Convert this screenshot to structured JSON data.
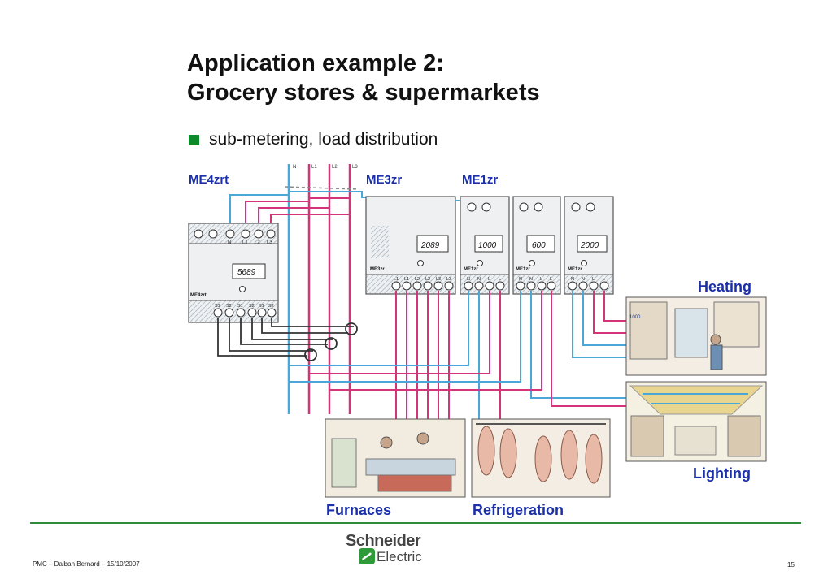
{
  "slide": {
    "title_line1": "Application example 2:",
    "title_line2": "Grocery stores & supermarkets",
    "bullet": "sub-metering, load distribution"
  },
  "meters": {
    "me4zrt": {
      "label": "ME4zrt",
      "display": "5689",
      "plate": "ME4zrt"
    },
    "me3zr": {
      "label": "ME3zr",
      "display": "2089",
      "plate": "ME3zr"
    },
    "me1zr_a": {
      "label": "ME1zr",
      "display": "1000",
      "plate": "ME1zr"
    },
    "me1zr_b": {
      "display": "600",
      "plate": "ME1zr"
    },
    "me1zr_c": {
      "display": "2000",
      "plate": "ME1zr"
    }
  },
  "bus_labels": [
    "N",
    "L1",
    "L2",
    "L3"
  ],
  "terminals": {
    "me4zrt_top": [
      "N",
      "L1",
      "L2",
      "L3"
    ],
    "me4zrt_bottom": [
      "S1",
      "S2",
      "S1",
      "S2",
      "S1",
      "S2"
    ],
    "me4zrt_phase": [
      "L1",
      "L2",
      "L3"
    ],
    "me3zr_bottom": [
      "L1",
      "L1",
      "L2",
      "L2",
      "L3",
      "L3"
    ],
    "me1zr_bottom": [
      "N",
      "N",
      "L",
      "L"
    ]
  },
  "loads": {
    "heating": "Heating",
    "lighting": "Lighting",
    "furnaces": "Furnaces",
    "refrigeration": "Refrigeration"
  },
  "footer": {
    "left": "PMC – Dalban Bernard – 15/10/2007",
    "page": "15"
  },
  "logo": {
    "line1": "Schneider",
    "line2": "Electric"
  },
  "colors": {
    "phase": "#d4357a",
    "neutral": "#4aa8d8",
    "ct": "#333333",
    "accent_green": "#2e8b3a",
    "label_blue": "#1a2fa8"
  }
}
